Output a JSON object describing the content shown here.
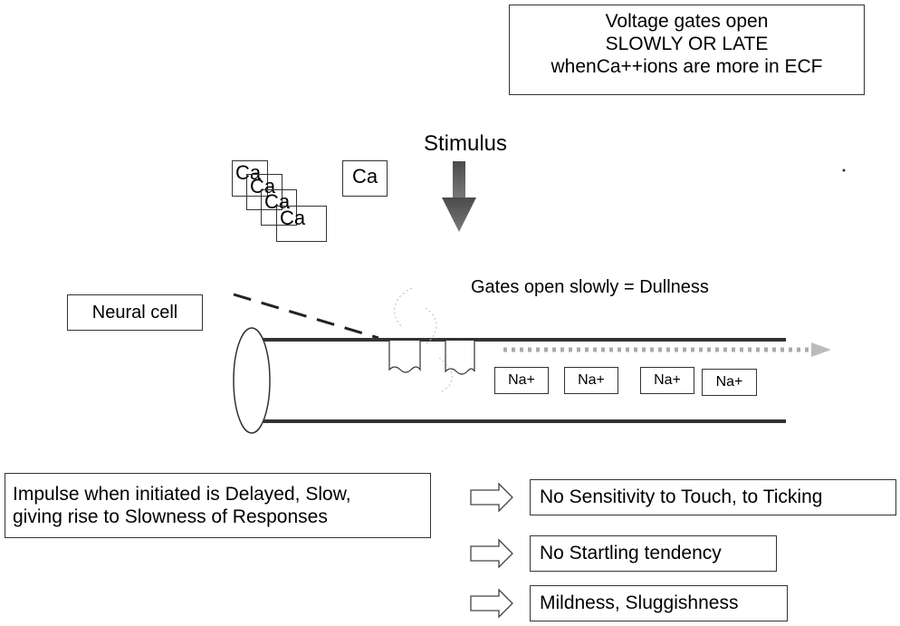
{
  "note_box": {
    "lines": [
      "Voltage gates open",
      "SLOWLY OR LATE",
      "whenCa++ions are more in ECF"
    ]
  },
  "stimulus_label": "Stimulus",
  "ca_ions": [
    "Ca",
    "Ca",
    "Ca",
    "Ca",
    "Ca"
  ],
  "neural_cell_label": "Neural cell",
  "gates_label": "Gates open slowly = Dullness",
  "na_ions": [
    "Na+",
    "Na+",
    "Na+",
    "Na+"
  ],
  "impulse_box": {
    "lines": [
      "Impulse when initiated is Delayed, Slow,",
      "giving rise to Slowness of Responses"
    ]
  },
  "outcomes": [
    "No Sensitivity to Touch, to Ticking",
    "No Startling tendency",
    "Mildness, Sluggishness"
  ],
  "colors": {
    "stroke": "#333333",
    "arrow": "#555555",
    "dotted": "#aaaaaa"
  }
}
